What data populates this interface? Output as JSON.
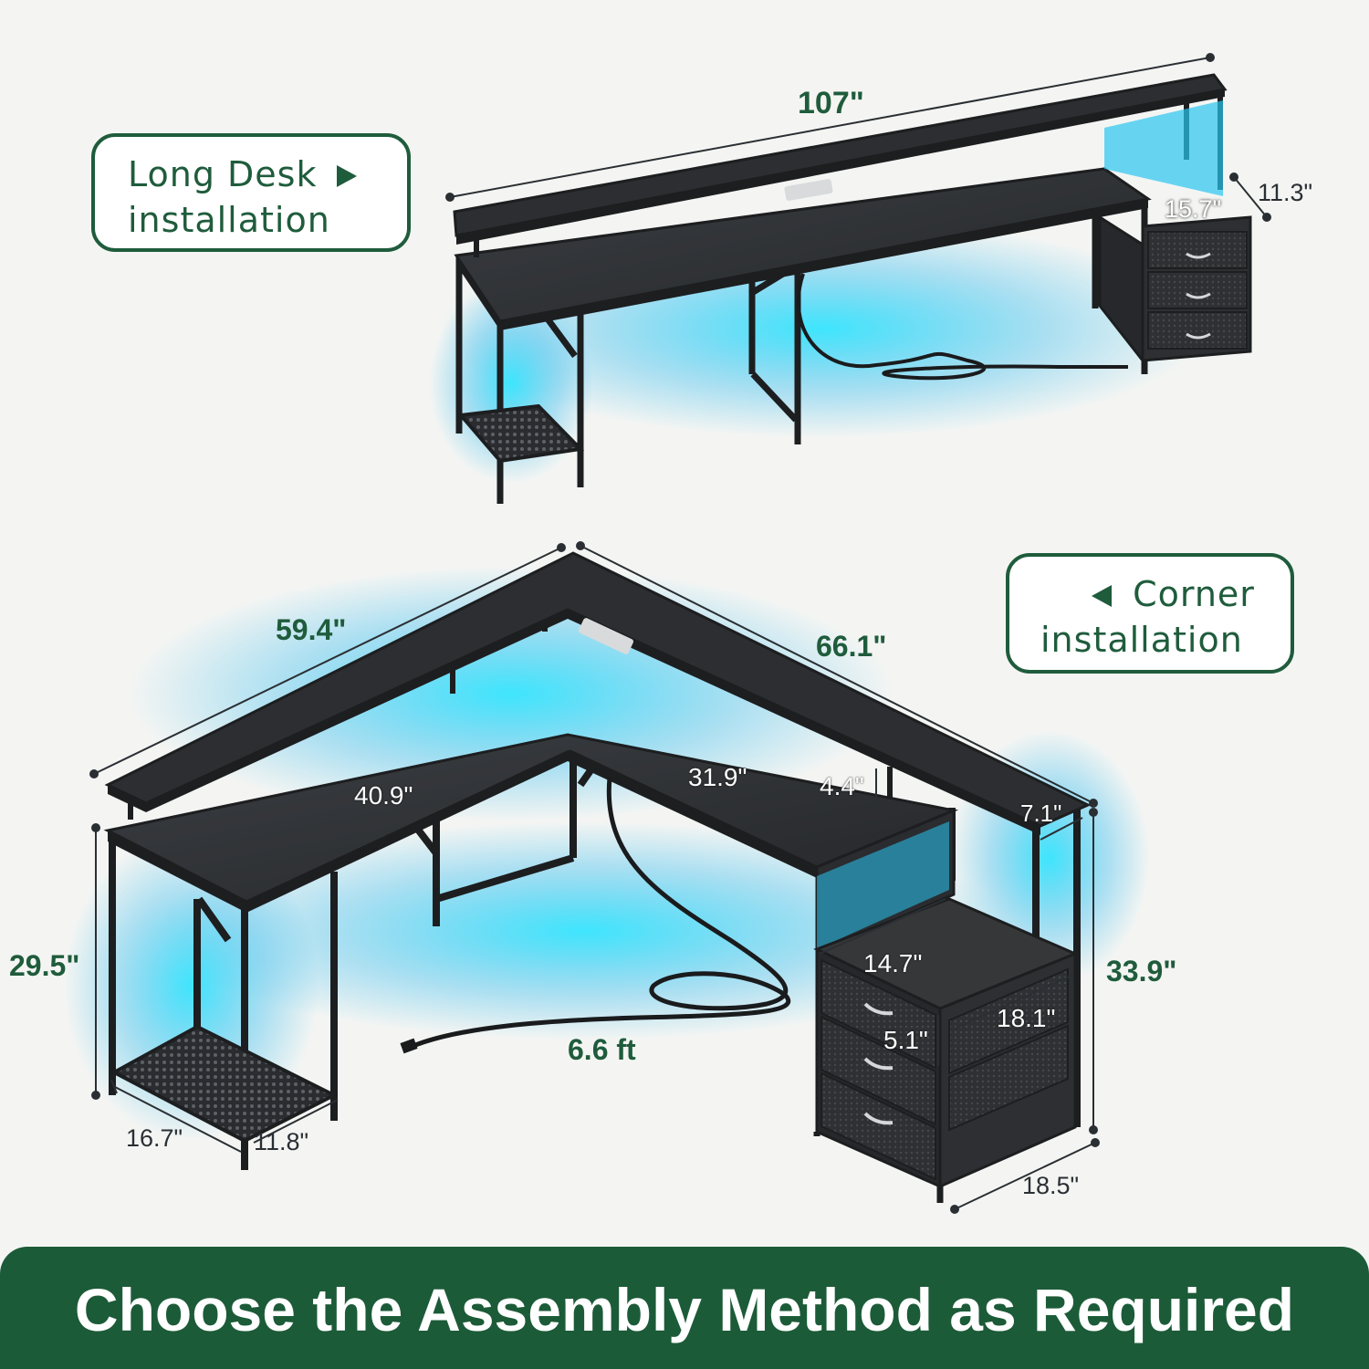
{
  "badges": {
    "long_desk": {
      "line1": "Long Desk",
      "line2": "installation",
      "arrow_icon": "play-right-icon"
    },
    "corner": {
      "line1": "Corner",
      "line2": "installation",
      "arrow_icon": "play-left-icon"
    }
  },
  "long_desk_dims": {
    "total_length": "107\"",
    "drawer_width": "15.7\"",
    "drawer_depth": "11.3\""
  },
  "corner_dims": {
    "left_length": "59.4\"",
    "right_length": "66.1\"",
    "inner_left": "40.9\"",
    "inner_right": "31.9\"",
    "riser_height": "4.4\"",
    "shelf_depth": "7.1\"",
    "desk_height": "29.5\"",
    "total_height": "33.9\"",
    "drawer_width": "14.7\"",
    "drawer_depth": "18.1\"",
    "drawer_height": "5.1\"",
    "cable_length": "6.6 ft",
    "leg_depth": "16.7\"",
    "leg_width": "11.8\"",
    "cabinet_base": "18.5\""
  },
  "footer": {
    "title": "Choose the Assembly Method as Required"
  },
  "colors": {
    "brand_green": "#1c5b38",
    "led_cyan": "#1ee3ff",
    "desk_black": "#2b2d30"
  }
}
